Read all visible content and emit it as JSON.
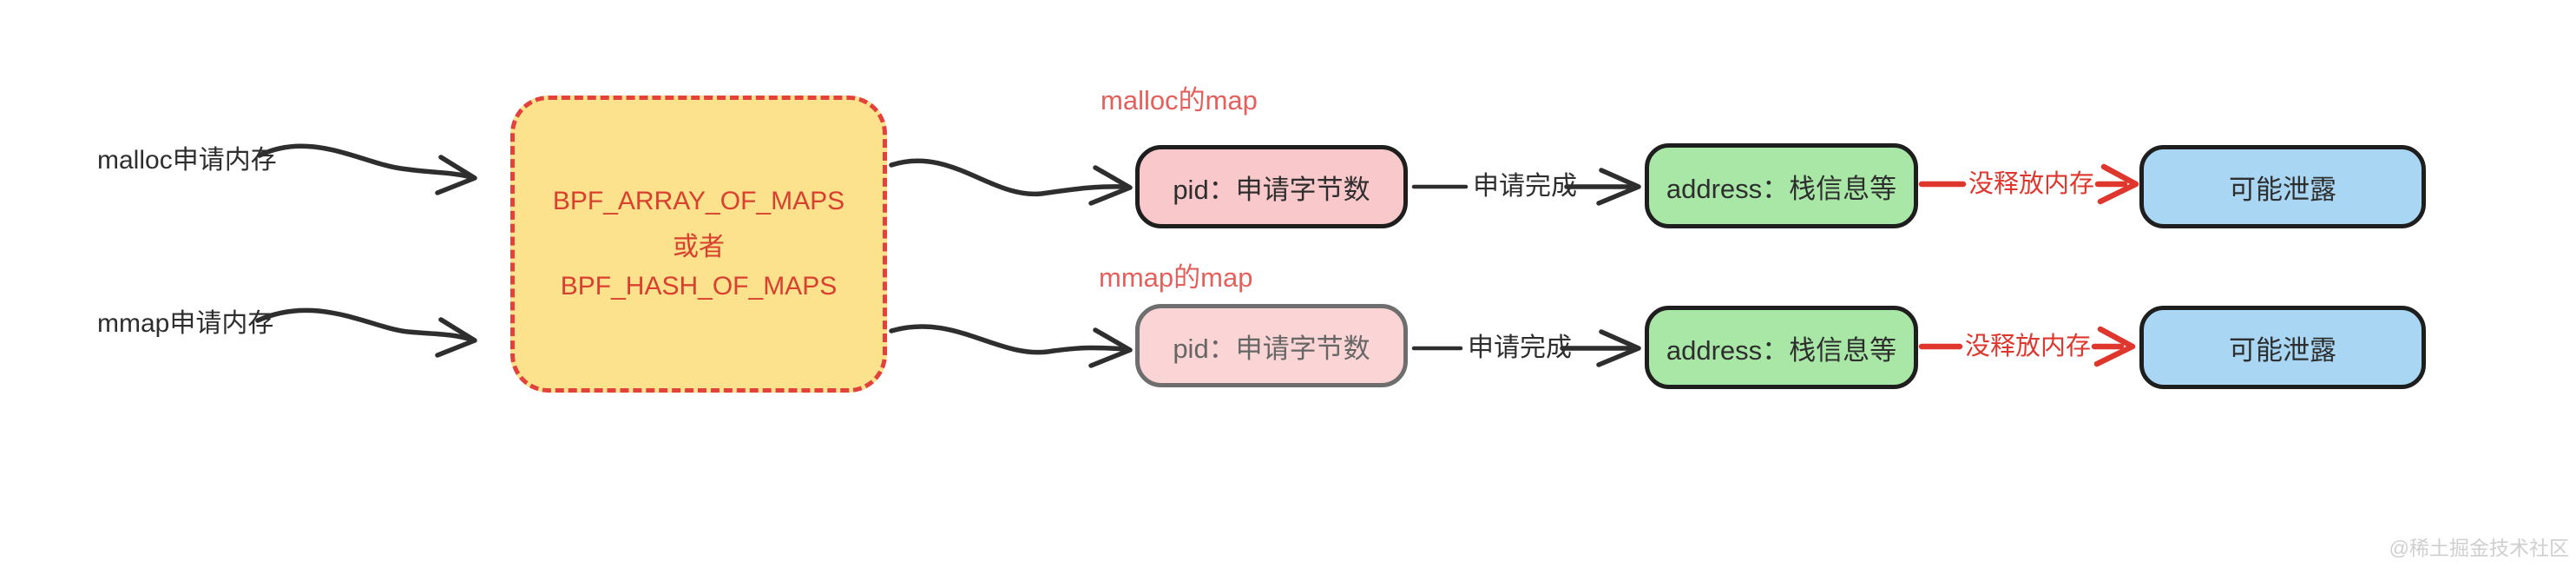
{
  "sources": [
    {
      "label": "malloc申请内存"
    },
    {
      "label": "mmap申请内存"
    }
  ],
  "bpf_box": {
    "line1": "BPF_ARRAY_OF_MAPS",
    "line2": "或者",
    "line3": "BPF_HASH_OF_MAPS"
  },
  "rows": [
    {
      "map_label": "malloc的map",
      "pid_entry": "pid：申请字节数",
      "request_done": "申请完成",
      "address_entry": "address：栈信息等",
      "not_freed": "没释放内存",
      "leak": "可能泄露"
    },
    {
      "map_label": "mmap的map",
      "pid_entry": "pid：申请字节数",
      "request_done": "申请完成",
      "address_entry": "address：栈信息等",
      "not_freed": "没释放内存",
      "leak": "可能泄露"
    }
  ],
  "watermark": "@稀土掘金技术社区",
  "colors": {
    "ink": "#2e2e2e",
    "red_accent": "#df372e",
    "map_label": "#e4605c",
    "bpf_fill": "#fce28c",
    "bpf_border": "#e2413c",
    "bpf_text": "#d8402f",
    "pid_fill_malloc": "#f8c8ca",
    "pid_fill_mmap": "#fbd5d6",
    "pid_border_mmap": "#6e6e6e",
    "pid_text_mmap": "#666666",
    "address_fill": "#a9e7a7",
    "leak_fill": "#a9d6f3",
    "box_border": "#1e1e1e",
    "watermark": "#cfcfcf"
  }
}
